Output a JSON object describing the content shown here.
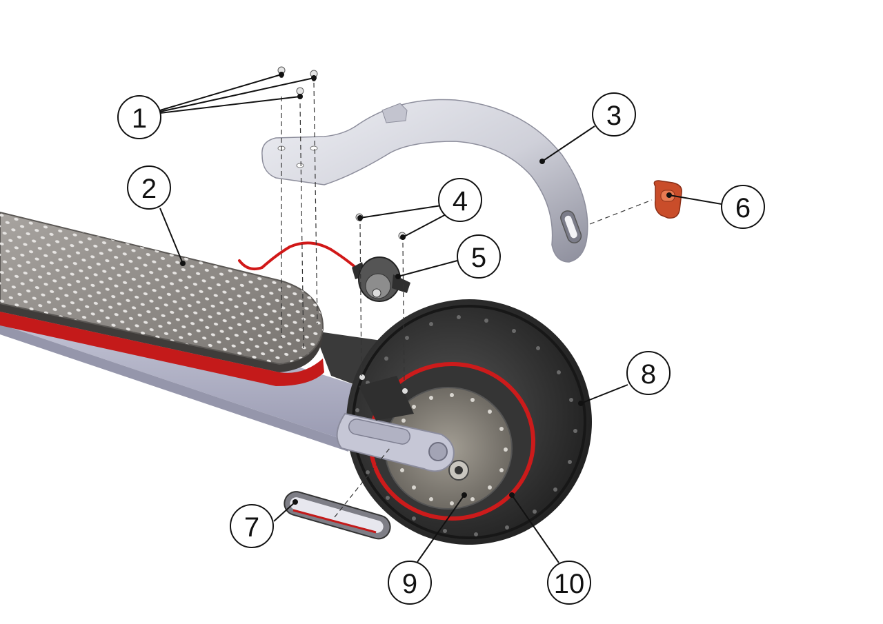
{
  "callouts": {
    "c1": "1",
    "c2": "2",
    "c3": "3",
    "c4": "4",
    "c5": "5",
    "c6": "6",
    "c7": "7",
    "c8": "8",
    "c9": "9",
    "c10": "10"
  },
  "colors": {
    "deck": "#8e8a86",
    "deck_red_stripe": "#c41a1a",
    "frame": "#b7b8cc",
    "fender": "#d9dae2",
    "tire": "#2b2b2b",
    "rim_red": "#cc1b1b",
    "disc": "#8f8a80",
    "reflector": "#d9633a",
    "wire": "#d11818"
  }
}
